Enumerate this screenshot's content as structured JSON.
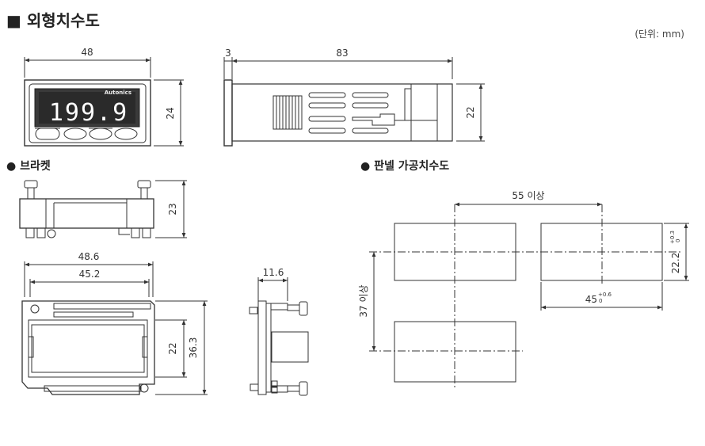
{
  "header": {
    "title": "■ 외형치수도",
    "unit": "(단위: mm)"
  },
  "sections": {
    "bracket": "● 브라켓",
    "panel_cutout": "● 판넬 가공치수도"
  },
  "front_view": {
    "width": "48",
    "height": "24",
    "display": "199.9",
    "brand": "Autonics"
  },
  "side_view": {
    "front_depth": "3",
    "body_depth": "83",
    "height": "22"
  },
  "bracket": {
    "side_height": "23",
    "outer_width": "48.6",
    "inner_width": "45.2",
    "inner_height": "22",
    "outer_height": "36.3",
    "side_depth": "11.6"
  },
  "panel": {
    "h_pitch": "55 이상",
    "v_pitch": "37 이상",
    "cut_height": "22.2",
    "cut_height_tol_plus": "+0.3",
    "cut_height_tol_minus": "0",
    "cut_width": "45",
    "cut_width_tol_plus": "+0.6",
    "cut_width_tol_minus": "0"
  }
}
